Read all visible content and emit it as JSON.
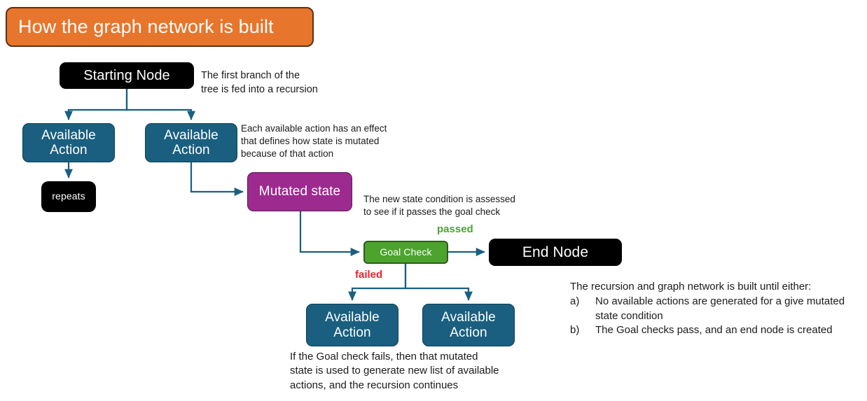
{
  "title": {
    "text": "How the graph network is built"
  },
  "nodes": {
    "start": "Starting Node",
    "repeats": "repeats",
    "action_1": "Available\nAction",
    "action_2": "Available\nAction",
    "action_3": "Available\nAction",
    "action_4": "Available\nAction",
    "mutated": "Mutated\nstate",
    "goal_check": "Goal Check",
    "end": "End Node"
  },
  "edge_labels": {
    "passed": "passed",
    "failed": "failed"
  },
  "notes": {
    "first_branch": "The first branch of the\ntree is fed into a recursion",
    "effect": "Each available action has an effect\nthat defines how state is mutated\nbecause of that action",
    "assessed": "The new state condition is assessed\nto see if it passes the goal check",
    "goal_fails": "If the Goal check fails, then that mutated\nstate is used to generate new list of available\nactions, and the recursion continues"
  },
  "summary": {
    "lead": "The recursion and graph network is built until either:",
    "items": [
      {
        "marker": "a)",
        "text": "No available actions are generated for a give mutated state condition"
      },
      {
        "marker": "b)",
        "text": "The Goal checks pass, and an end node is created"
      }
    ]
  },
  "colors": {
    "title_fill": "#e8752c",
    "title_border": "#5b3216",
    "node_black": "#000000",
    "action_fill": "#1a5f7f",
    "mutated_fill": "#9c2a8f",
    "goal_fill": "#4ca32e",
    "edge_stroke": "#1a5f7f",
    "passed": "#4ca32e",
    "failed": "#e8242a"
  }
}
